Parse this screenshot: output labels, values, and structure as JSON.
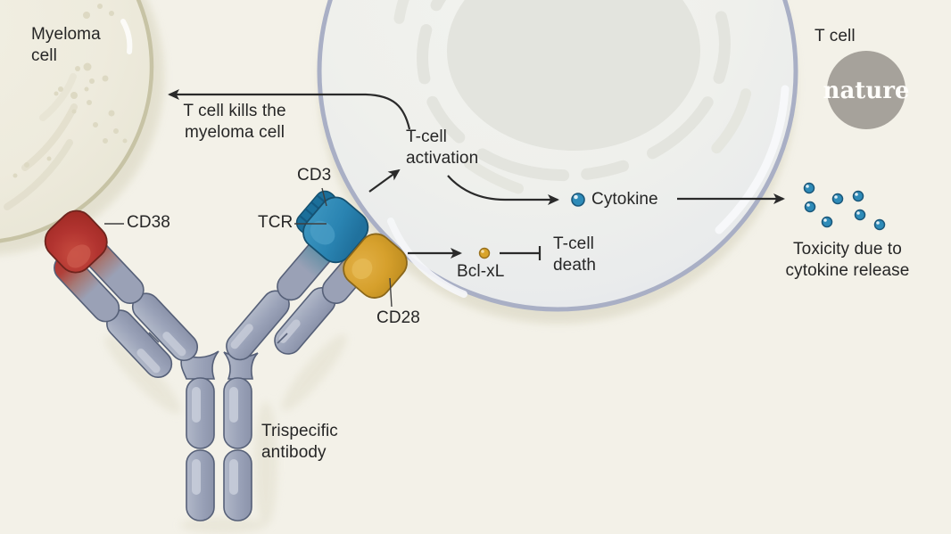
{
  "colors": {
    "bg": "#f3f1e8",
    "text": "#262626",
    "arrow": "#2a2a2a",
    "pointer-line": "#3f3f3f",
    "cd38-red": "#ae322c",
    "cd3-blue": "#2a85b3",
    "cd28-gold": "#d6a02c",
    "cytokine-blue": "#2e8bb8",
    "bcl-gold": "#d9a42a",
    "antibody-slate": "#9aa2b8",
    "antibody-outline": "#566078",
    "myeloma-rim": "#c7c3a5",
    "tcell-rim": "#a9afc5",
    "logo-bg": "#a6a29b",
    "logo-fg": "#fffefb"
  },
  "cells": {
    "myeloma": {
      "label_line1": "Myeloma",
      "label_line2": "cell"
    },
    "t_cell": {
      "label": "T cell"
    }
  },
  "antibody": {
    "label_line1": "Trispecific",
    "label_line2": "antibody",
    "domains": {
      "cd38": "CD38",
      "cd3": "CD3",
      "tcr": "TCR",
      "cd28": "CD28"
    }
  },
  "pathway": {
    "kills_line1": "T cell kills the",
    "kills_line2": "myeloma cell",
    "activation_line1": "T-cell",
    "activation_line2": "activation",
    "cytokine": "Cytokine",
    "bcl_xl": "Bcl-xL",
    "death_line1": "T-cell",
    "death_line2": "death",
    "toxicity_line1": "Toxicity due to",
    "toxicity_line2": "cytokine release"
  },
  "logo": {
    "text": "nature"
  }
}
